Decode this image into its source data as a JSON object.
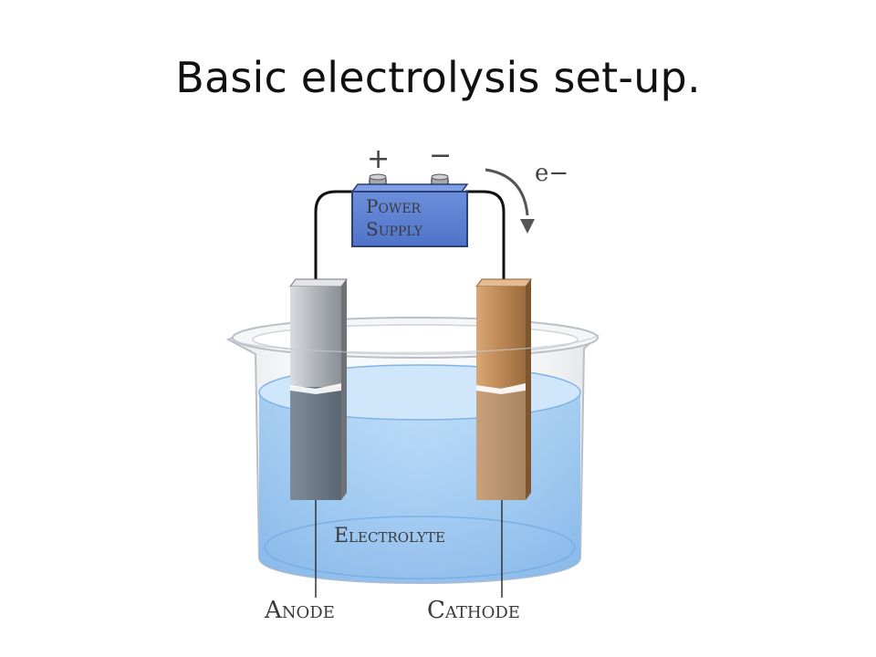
{
  "slide": {
    "title": "Basic electrolysis set-up."
  },
  "diagram": {
    "power_supply": {
      "line1": "Power",
      "line2": "Supply"
    },
    "terminals": {
      "positive": "+",
      "negative": "−"
    },
    "electron_label": "e−",
    "electrolyte_label": "Electrolyte",
    "anode_label": "Anode",
    "cathode_label": "Cathode"
  },
  "colors": {
    "power_supply": "#5a7fd1",
    "electrolyte": "#9cc8f2",
    "anode": "#8f959c",
    "cathode": "#b9895a",
    "wire": "#111111"
  }
}
